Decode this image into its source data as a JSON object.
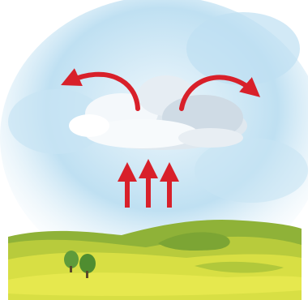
{
  "scene": {
    "colors": {
      "sky": "#bfe0f2",
      "sky_light": "#e3f2fa",
      "cloud_shadow": "#c9d6e2",
      "arrow_red": "#d8202a",
      "hill_far": "#9dbf3c",
      "hill_mid": "#c2cf3e",
      "field": "#dfe34a",
      "tree": "#5f9b3a"
    },
    "icons": [
      "cloud",
      "rising-air-arrow",
      "curved-outflow-arrow",
      "hills",
      "trees"
    ]
  }
}
